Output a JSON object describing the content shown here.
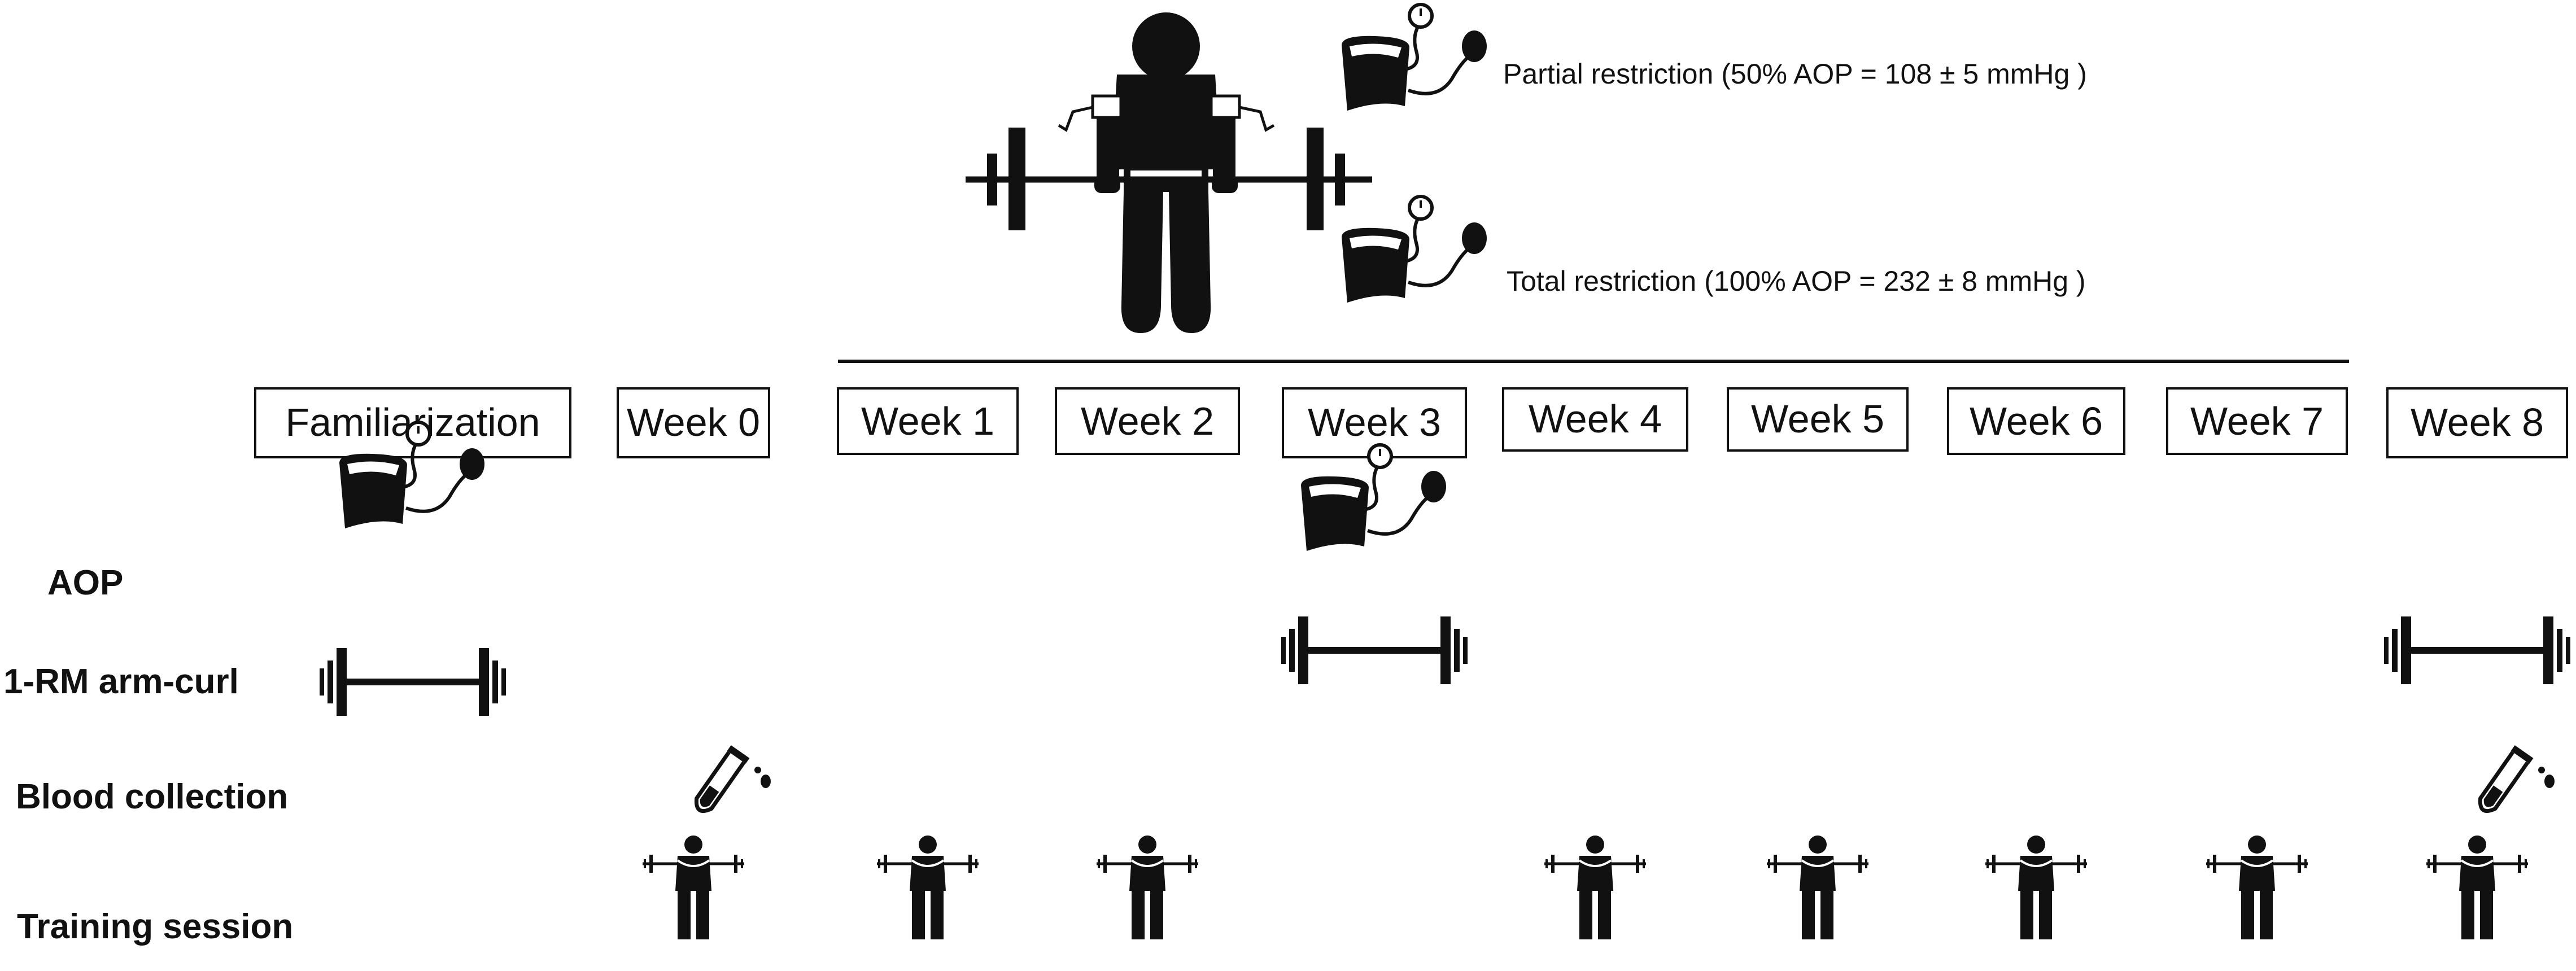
{
  "legend": {
    "partial": "Partial restriction (50% AOP = 108 ± 5 mmHg )",
    "total": "Total restriction (100% AOP = 232 ± 8 mmHg )"
  },
  "timeline": [
    "Familiarization",
    "Week 0",
    "Week 1",
    "Week 2",
    "Week 3",
    "Week 4",
    "Week 5",
    "Week 6",
    "Week 7",
    "Week 8"
  ],
  "rows": [
    {
      "label": "AOP",
      "icon": "blood-pressure-cuff-icon",
      "columns": [
        0,
        4
      ]
    },
    {
      "label": "1-RM arm-curl",
      "icon": "barbell-icon",
      "columns": [
        0,
        4,
        9
      ]
    },
    {
      "label": "Blood collection",
      "icon": "test-tube-icon",
      "columns": [
        1,
        9
      ]
    },
    {
      "label": "Training session",
      "icon": "lifter-icon",
      "columns": [
        1,
        2,
        3,
        5,
        6,
        7,
        8,
        9
      ]
    }
  ],
  "colors": {
    "ink": "#111111",
    "background": "#ffffff"
  }
}
